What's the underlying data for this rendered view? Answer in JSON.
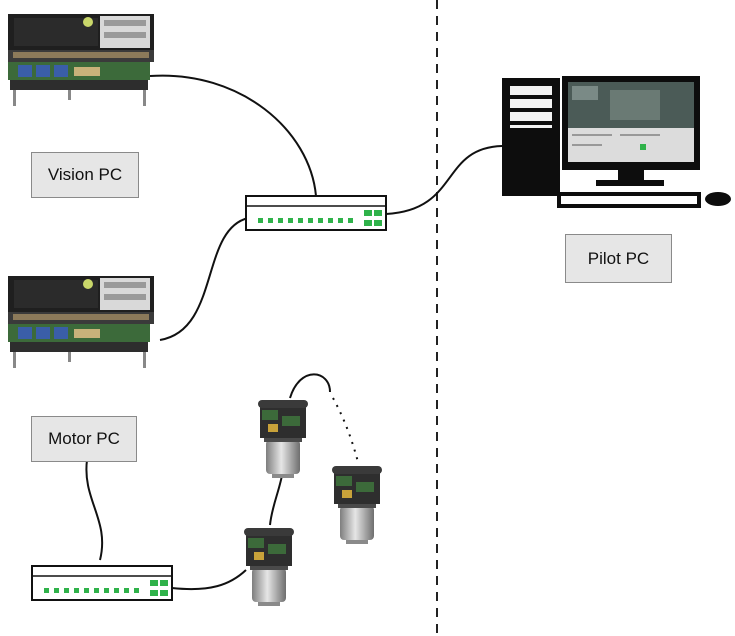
{
  "labels": {
    "vision_pc": "Vision PC",
    "motor_pc": "Motor PC",
    "pilot_pc": "Pilot PC"
  },
  "colors": {
    "board_green": "#3f6e3c",
    "board_dark": "#2c2c2c",
    "switch_led": "#2fb24a",
    "divider": "#222222",
    "monitor_screen": "#4b5b57"
  },
  "icons": {
    "pc_stack": "pc104-board-stack-icon",
    "network_switch": "network-switch-icon",
    "motor_module": "motor-module-icon",
    "desktop_tower": "desktop-tower-icon",
    "monitor": "monitor-icon",
    "keyboard": "keyboard-icon",
    "mouse": "mouse-icon"
  }
}
